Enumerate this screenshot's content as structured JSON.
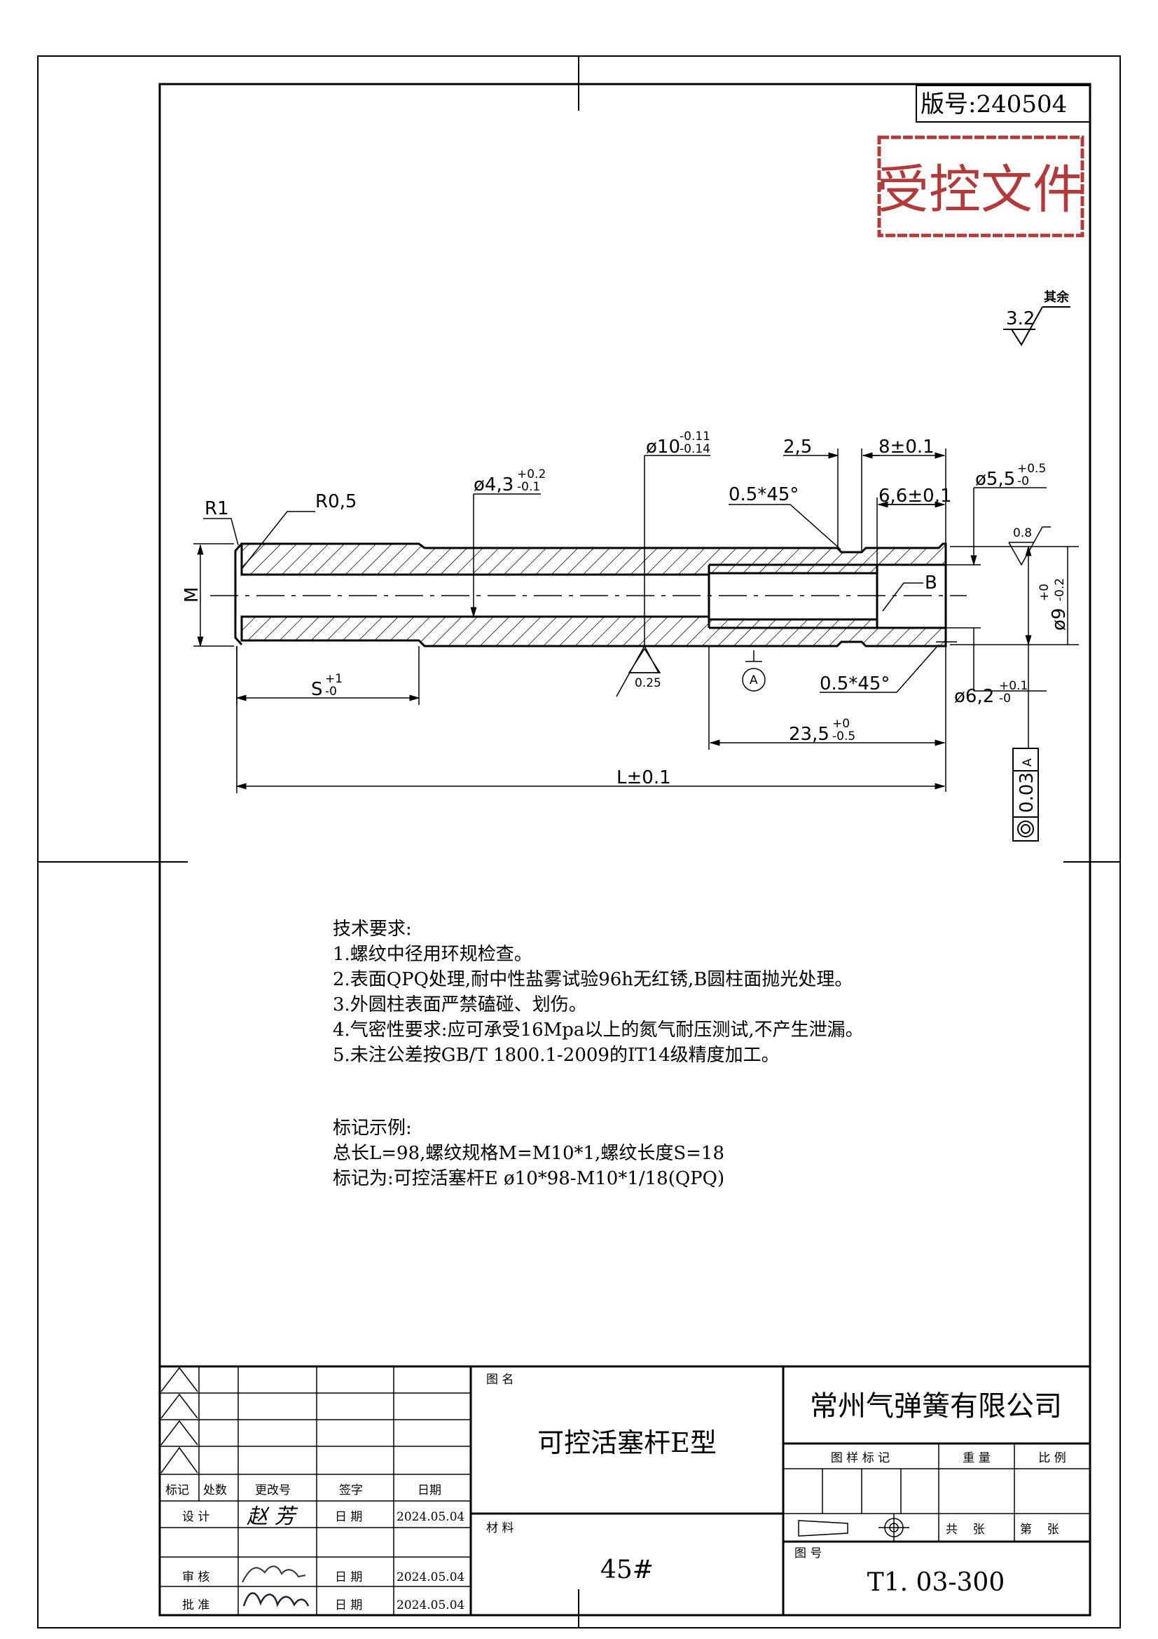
{
  "version_label": "版号:240504",
  "stamp_text": "受控文件",
  "surface_finish": {
    "general_value": "3.2",
    "general_note": "其余",
    "b_value": "0.8",
    "bore_value": "0.25"
  },
  "dimensions": {
    "r1": "R1",
    "r05": "R0,5",
    "m": "M",
    "d43": "ø4,3",
    "d43_up": "+0.2",
    "d43_lo": "-0.1",
    "d10": "ø10",
    "d10_up": "-0.11",
    "d10_lo": "-0.14",
    "len25": "2,5",
    "len8": "8±0.1",
    "d55": "ø5,5",
    "d55_up": "+0.5",
    "d55_lo": "-0",
    "chamfer_top": "0.5*45°",
    "len66": "6,6±0,1",
    "b_label": "B",
    "d9": "ø9",
    "d9_up": "+0",
    "d9_lo": "-0.2",
    "s": "S",
    "s_up": "+1",
    "s_lo": "-0",
    "datum_a": "A",
    "chamfer_bot": "0.5*45°",
    "d62": "ø6,2",
    "d62_up": "+0.1",
    "d62_lo": "-0",
    "len235": "23,5",
    "len235_up": "+0",
    "len235_lo": "-0.5",
    "l": "L±0.1",
    "tolerance_value": "0.03",
    "tolerance_datum": "A"
  },
  "notes": {
    "title": "技术要求:",
    "items": [
      "1.螺纹中径用环规检查。",
      "2.表面QPQ处理,耐中性盐雾试验96h无红锈,B圆柱面抛光处理。",
      "3.外圆柱表面严禁磕碰、划伤。",
      "4.气密性要求:应可承受16Mpa以上的氮气耐压测试,不产生泄漏。",
      "5.未注公差按GB/T 1800.1-2009的IT14级精度加工。"
    ]
  },
  "example": {
    "title": "标记示例:",
    "lines": [
      "总长L=98,螺纹规格M=M10*1,螺纹长度S=18",
      "标记为:可控活塞杆E ø10*98-M10*1/18(QPQ)"
    ]
  },
  "title_block": {
    "revision_headers": [
      "标记",
      "处数",
      "更改号",
      "签字",
      "日期"
    ],
    "design_label": "设 计",
    "designer": "赵 芳",
    "date_label": "日 期",
    "design_date": "2024.05.04",
    "review_label": "审 核",
    "review_date": "2024.05.04",
    "approve_label": "批 准",
    "approve_date": "2024.05.04",
    "drawing_name_label": "图 名",
    "drawing_name": "可控活塞杆E型",
    "material_label": "材 料",
    "material": "45#",
    "company": "常州气弹簧有限公司",
    "sample_mark_label": "图 样 标 记",
    "weight_label": "重 量",
    "scale_label": "比 例",
    "total_label": "共    张",
    "sheet_label": "第    张",
    "drawing_no_label": "图 号",
    "drawing_no": "T1. 03-300"
  }
}
